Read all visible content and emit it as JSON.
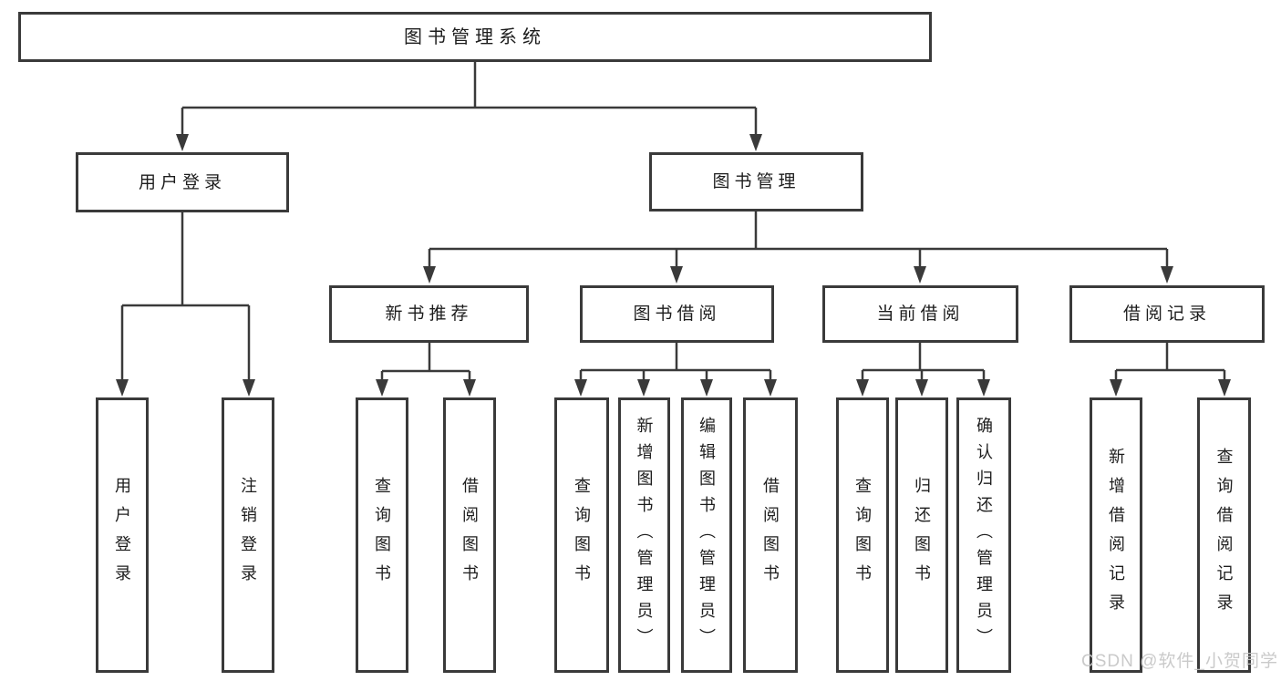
{
  "tree": {
    "root": {
      "label": "图书管理系统",
      "children": [
        {
          "label": "用户登录",
          "children": [
            {
              "label": "用户登录"
            },
            {
              "label": "注销登录"
            }
          ]
        },
        {
          "label": "图书管理",
          "children": [
            {
              "label": "新书推荐",
              "children": [
                {
                  "label": "查询图书"
                },
                {
                  "label": "借阅图书"
                }
              ]
            },
            {
              "label": "图书借阅",
              "children": [
                {
                  "label": "查询图书"
                },
                {
                  "label": "新增图书（管理员）"
                },
                {
                  "label": "编辑图书（管理员）"
                },
                {
                  "label": "借阅图书"
                }
              ]
            },
            {
              "label": "当前借阅",
              "children": [
                {
                  "label": "查询图书"
                },
                {
                  "label": "归还图书"
                },
                {
                  "label": "确认归还（管理员）"
                }
              ]
            },
            {
              "label": "借阅记录",
              "children": [
                {
                  "label": "新增借阅记录"
                },
                {
                  "label": "查询借阅记录"
                }
              ]
            }
          ]
        }
      ]
    }
  },
  "watermark": {
    "text": "CSDN @软件_小贺同学"
  },
  "colors": {
    "line": "#3a3a3a",
    "box_border": "#3a3a3a",
    "box_fill": "#ffffff",
    "text": "#1d1d1d",
    "watermark": "#c5c5c5"
  }
}
